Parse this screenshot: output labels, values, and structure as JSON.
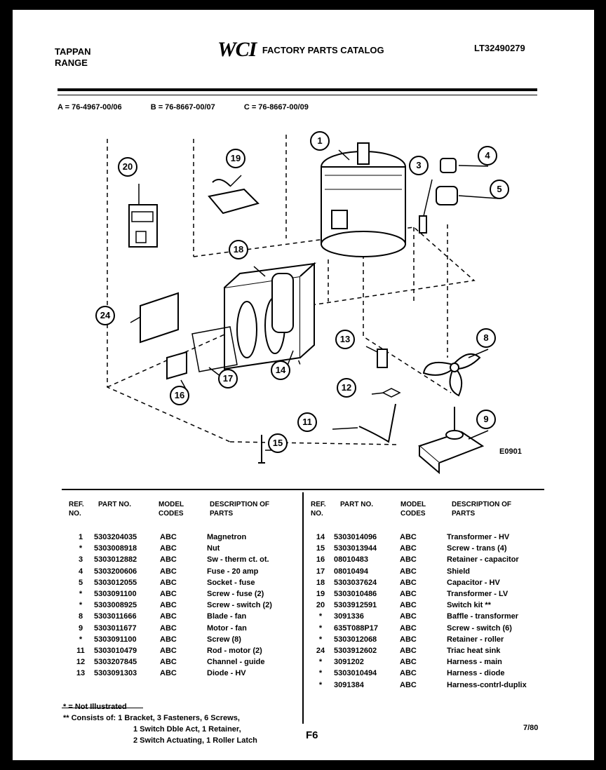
{
  "header": {
    "brand_line1": "TAPPAN",
    "brand_line2": "RANGE",
    "logo": "WCI",
    "catalog_title": "FACTORY PARTS CATALOG",
    "model_number": "LT32490279"
  },
  "models": [
    "A = 76-4967-00/06",
    "B = 76-8667-00/07",
    "C = 76-8667-00/09"
  ],
  "diagram": {
    "figure_code": "E0901",
    "callouts": [
      "1",
      "3",
      "4",
      "5",
      "8",
      "9",
      "11",
      "12",
      "13",
      "14",
      "15",
      "16",
      "17",
      "18",
      "19",
      "20",
      "24"
    ]
  },
  "table": {
    "headers": {
      "ref": "REF. NO.",
      "part": "PART NO.",
      "model": "MODEL CODES",
      "desc": "DESCRIPTION OF PARTS"
    },
    "left_rows": [
      {
        "ref": "1",
        "part": "5303204035",
        "model": "ABC",
        "desc": "Magnetron"
      },
      {
        "ref": "*",
        "part": "5303008918",
        "model": "ABC",
        "desc": "Nut"
      },
      {
        "ref": "3",
        "part": "5303012882",
        "model": "ABC",
        "desc": "Sw - therm ct. ot."
      },
      {
        "ref": "4",
        "part": "5303200606",
        "model": "ABC",
        "desc": "Fuse - 20 amp"
      },
      {
        "ref": "5",
        "part": "5303012055",
        "model": "ABC",
        "desc": "Socket - fuse"
      },
      {
        "ref": "*",
        "part": "5303091100",
        "model": "ABC",
        "desc": "Screw - fuse (2)"
      },
      {
        "ref": "*",
        "part": "5303008925",
        "model": "ABC",
        "desc": "Screw - switch (2)"
      },
      {
        "ref": "8",
        "part": "5303011666",
        "model": "ABC",
        "desc": "Blade - fan"
      },
      {
        "ref": "9",
        "part": "5303011677",
        "model": "ABC",
        "desc": "Motor - fan"
      },
      {
        "ref": "*",
        "part": "5303091100",
        "model": "ABC",
        "desc": "Screw (8)"
      },
      {
        "ref": "11",
        "part": "5303010479",
        "model": "ABC",
        "desc": "Rod - motor (2)"
      },
      {
        "ref": "12",
        "part": "5303207845",
        "model": "ABC",
        "desc": "Channel - guide"
      },
      {
        "ref": "13",
        "part": "5303091303",
        "model": "ABC",
        "desc": "Diode - HV"
      }
    ],
    "right_rows": [
      {
        "ref": "14",
        "part": "5303014096",
        "model": "ABC",
        "desc": "Transformer - HV"
      },
      {
        "ref": "15",
        "part": "5303013944",
        "model": "ABC",
        "desc": "Screw - trans (4)"
      },
      {
        "ref": "16",
        "part": "08010483",
        "model": "ABC",
        "desc": "Retainer - capacitor"
      },
      {
        "ref": "17",
        "part": "08010494",
        "model": "ABC",
        "desc": "Shield"
      },
      {
        "ref": "18",
        "part": "5303037624",
        "model": "ABC",
        "desc": "Capacitor - HV"
      },
      {
        "ref": "19",
        "part": "5303010486",
        "model": "ABC",
        "desc": "Transformer - LV"
      },
      {
        "ref": "20",
        "part": "5303912591",
        "model": "ABC",
        "desc": "Switch kit **"
      },
      {
        "ref": "*",
        "part": "3091336",
        "model": "ABC",
        "desc": "Baffle - transformer"
      },
      {
        "ref": "*",
        "part": "635T088P17",
        "model": "ABC",
        "desc": "Screw - switch (6)"
      },
      {
        "ref": "*",
        "part": "5303012068",
        "model": "ABC",
        "desc": "Retainer - roller"
      },
      {
        "ref": "24",
        "part": "5303912602",
        "model": "ABC",
        "desc": "Triac heat sink"
      },
      {
        "ref": "*",
        "part": "3091202",
        "model": "ABC",
        "desc": "Harness - main"
      },
      {
        "ref": "*",
        "part": "5303010494",
        "model": "ABC",
        "desc": "Harness - diode"
      },
      {
        "ref": "*",
        "part": "3091384",
        "model": "ABC",
        "desc": "Harness-contrl-duplix"
      }
    ]
  },
  "footer": {
    "note1": "* = Not Illustrated",
    "note2_line1": "** Consists of: 1 Bracket, 3 Fasteners, 6 Screws,",
    "note2_line2": "1 Switch Dble Act, 1 Retainer,",
    "note2_line3": "2 Switch Actuating, 1 Roller Latch",
    "page": "F6",
    "date": "7/80"
  }
}
